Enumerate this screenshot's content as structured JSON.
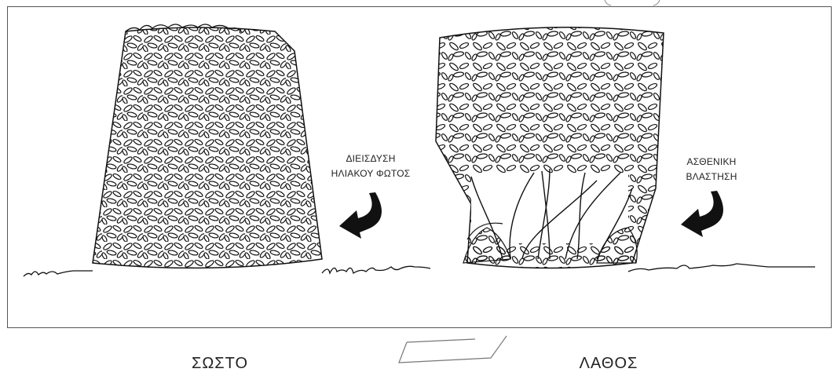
{
  "labels": {
    "left_note_line1": "ΔΙΕΙΣΔΥΣΗ",
    "left_note_line2": "ΗΛΙΑΚΟΥ ΦΩΤΟΣ",
    "right_note_line1": "ΑΣΘΕΝΙΚΗ",
    "right_note_line2": "ΒΛΑΣΤΗΣΗ",
    "correct_caption": "ΣΩΣΤΟ",
    "wrong_caption": "ΛΑΘΟΣ"
  },
  "colors": {
    "ink": "#111111",
    "frame": "#555555",
    "background": "#ffffff"
  },
  "icons": [
    "curved-arrow-icon",
    "curved-arrow-icon"
  ]
}
